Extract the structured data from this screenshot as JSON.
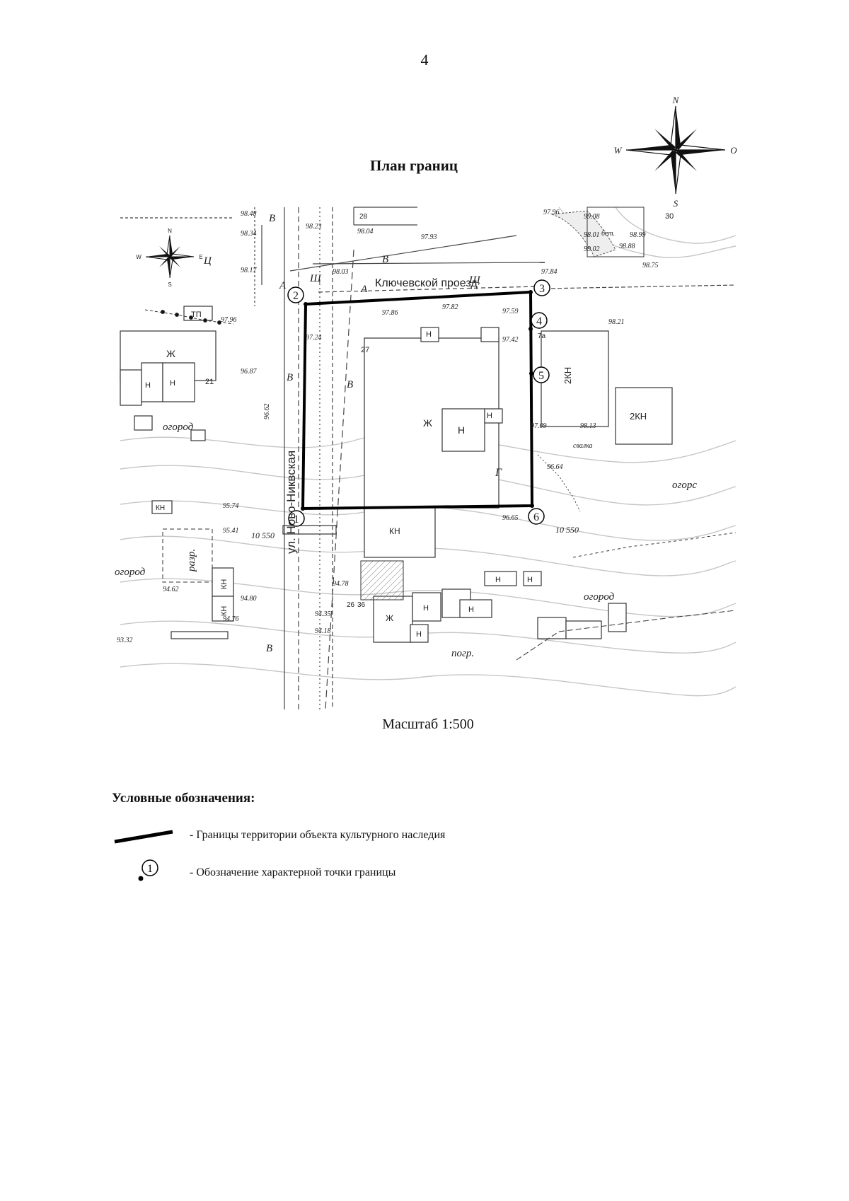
{
  "page": {
    "number": "4",
    "title": "План границ",
    "scale": "Масштаб 1:500"
  },
  "compass": {
    "n": "N",
    "s": "S",
    "w": "W",
    "e": "O"
  },
  "map": {
    "street_name": "ул. Ново-Никвская",
    "lane_name": "Ключевской проезд",
    "boundary_points": [
      {
        "label": "1"
      },
      {
        "label": "2"
      },
      {
        "label": "3"
      },
      {
        "label": "4"
      },
      {
        "label": "5"
      },
      {
        "label": "6"
      }
    ],
    "building_labels": {
      "main_zh": "Ж",
      "main_n": "Н",
      "main_g": "Г",
      "num_27": "27",
      "west_zh": "Ж",
      "west_21": "21",
      "kn_2_east": "2КН",
      "kn_2_far": "2КН",
      "kn_south": "КН",
      "kn_sw1": "КН",
      "kn_sw2": "КН",
      "kn_sw3": "КН",
      "zh_south": "Ж",
      "n_1": "Н",
      "n_2": "Н",
      "n_3": "Н",
      "n_4": "Н",
      "n_5": "Н",
      "n_6": "Н",
      "n_7": "Н",
      "n_8": "Н",
      "n_9": "Н",
      "tp": "ТП",
      "num_28": "28",
      "num_30": "30",
      "num_26": "26",
      "num_7a": "7а",
      "num_36": "36"
    },
    "area_labels": {
      "ogorod_w": "огород",
      "ogorod_e": "огорс",
      "ogorod_s": "огород",
      "ogorod_sw": "огород",
      "razr": "разр.",
      "pogr": "погр.",
      "svalka": "свалка",
      "bet": "бет."
    },
    "elevations": {
      "e1": "98.48",
      "e2": "98.23",
      "e3": "98.04",
      "e4": "97.93",
      "e5": "97.96",
      "e6": "99.08",
      "e7": "98.01",
      "e8": "98.99",
      "e9": "99.02",
      "e10": "98.88",
      "e11": "98.75",
      "e12": "97.84",
      "e13": "98.03",
      "e14": "97.86",
      "e15": "97.82",
      "e16": "97.59",
      "e17": "97.24",
      "e18": "97.42",
      "e19": "96.87",
      "e20": "96.62",
      "e21": "95.74",
      "e22": "95.41",
      "e23": "94.62",
      "e24": "94.76",
      "e25": "94.80",
      "e26": "94.78",
      "e27": "94.35",
      "e28": "94.18",
      "e29": "93.32",
      "e30": "97.09",
      "e31": "98.13",
      "e32": "96.64",
      "e33": "96.65",
      "e34": "98.21",
      "e35": "98.17",
      "e36": "97.96",
      "e37": "98.34"
    },
    "contour_labels": {
      "c1": "10 550",
      "c2": "10 550"
    },
    "line_letters": {
      "a1": "А",
      "a2": "А",
      "sh1": "Щ",
      "sh2": "Щ",
      "v1": "В",
      "v2": "В",
      "v3": "В",
      "v4": "В",
      "v5": "В",
      "ts": "Ц"
    },
    "small_compass": {
      "n": "N",
      "s": "S",
      "w": "W",
      "e": "E"
    }
  },
  "legend": {
    "title": "Условные обозначения:",
    "items": [
      {
        "symbol": "boundary-line",
        "text": "- Границы территории объекта культурного наследия"
      },
      {
        "symbol": "point-marker",
        "label": "1",
        "text": "- Обозначение характерной точки границы"
      }
    ]
  }
}
